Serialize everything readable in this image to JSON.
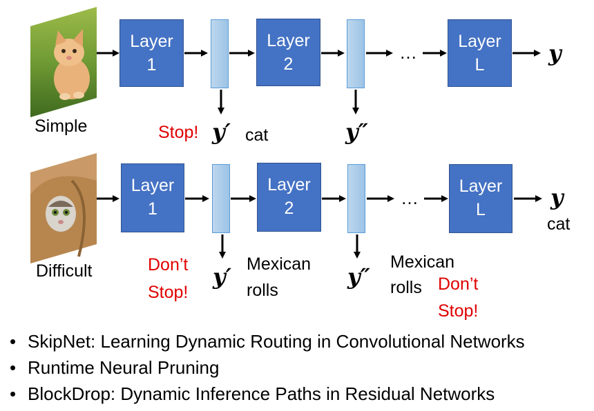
{
  "top_row": {
    "input_label": "Simple",
    "layers": [
      {
        "name": "Layer",
        "index": "1"
      },
      {
        "name": "Layer",
        "index": "2"
      },
      {
        "name": "Layer",
        "index": "L"
      }
    ],
    "ellipsis": "…",
    "output": "y",
    "early_exit_1": {
      "decision": "Stop!",
      "output": "y′",
      "prediction": "cat"
    },
    "early_exit_2": {
      "output": "y″"
    }
  },
  "bottom_row": {
    "input_label": "Difficult",
    "layers": [
      {
        "name": "Layer",
        "index": "1"
      },
      {
        "name": "Layer",
        "index": "2"
      },
      {
        "name": "Layer",
        "index": "L"
      }
    ],
    "ellipsis": "…",
    "output": "y",
    "final_prediction": "cat",
    "early_exit_1": {
      "decision_line1": "Don’t",
      "decision_line2": "Stop!",
      "output": "y′",
      "prediction_line1": "Mexican",
      "prediction_line2": "rolls"
    },
    "early_exit_2": {
      "output": "y″",
      "prediction_line1": "Mexican",
      "prediction_line2": "rolls",
      "decision_line1": "Don’t",
      "decision_line2": "Stop!"
    }
  },
  "references": [
    "SkipNet: Learning Dynamic Routing in Convolutional Networks",
    "Runtime Neural Pruning",
    "BlockDrop: Dynamic Inference Paths in Residual Networks"
  ],
  "bullet_glyph": "•",
  "colors": {
    "layer_fill": "#4472c4",
    "classifier_bar": "#9dc3e6",
    "stop_text": "#e00000"
  }
}
